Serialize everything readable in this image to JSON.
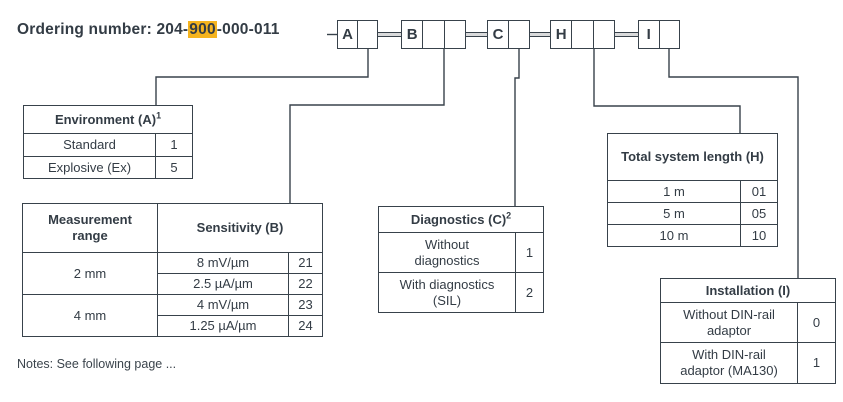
{
  "title": {
    "prefix": "Ordering number: 204-",
    "highlight": "900",
    "suffix": "-000-011"
  },
  "code_boxes": [
    {
      "label": "A",
      "empty_cells": 1
    },
    {
      "label": "B",
      "empty_cells": 2
    },
    {
      "label": "C",
      "empty_cells": 1
    },
    {
      "label": "H",
      "empty_cells": 2
    },
    {
      "label": "I",
      "empty_cells": 1
    }
  ],
  "tables": {
    "environment": {
      "header": "Environment (A)",
      "header_superscript": "1",
      "rows": [
        {
          "label": "Standard",
          "code": "1"
        },
        {
          "label": "Explosive (Ex)",
          "code": "5"
        }
      ]
    },
    "sensitivity": {
      "col1_header": "Measurement range",
      "col2_header": "Sensitivity (B)",
      "groups": [
        {
          "range": "2 mm",
          "options": [
            {
              "label": "8 mV/µm",
              "code": "21"
            },
            {
              "label": "2.5 µA/µm",
              "code": "22"
            }
          ]
        },
        {
          "range": "4 mm",
          "options": [
            {
              "label": "4 mV/µm",
              "code": "23"
            },
            {
              "label": "1.25 µA/µm",
              "code": "24"
            }
          ]
        }
      ]
    },
    "diagnostics": {
      "header": "Diagnostics (C)",
      "header_superscript": "2",
      "rows": [
        {
          "label": "Without diagnostics",
          "code": "1"
        },
        {
          "label": "With diagnostics (SIL)",
          "code": "2"
        }
      ]
    },
    "length": {
      "header": "Total system length (H)",
      "rows": [
        {
          "label": "1 m",
          "code": "01"
        },
        {
          "label": "5 m",
          "code": "05"
        },
        {
          "label": "10 m",
          "code": "10"
        }
      ]
    },
    "installation": {
      "header": "Installation (I)",
      "rows": [
        {
          "label": "Without DIN-rail adaptor",
          "code": "0"
        },
        {
          "label": "With DIN-rail adaptor (MA130)",
          "code": "1"
        }
      ]
    }
  },
  "notes": "Notes: See following page ...",
  "colors": {
    "line": "#38424B",
    "text": "#333C45",
    "highlight": "#F5B41F",
    "background": "#FFFFFF"
  }
}
